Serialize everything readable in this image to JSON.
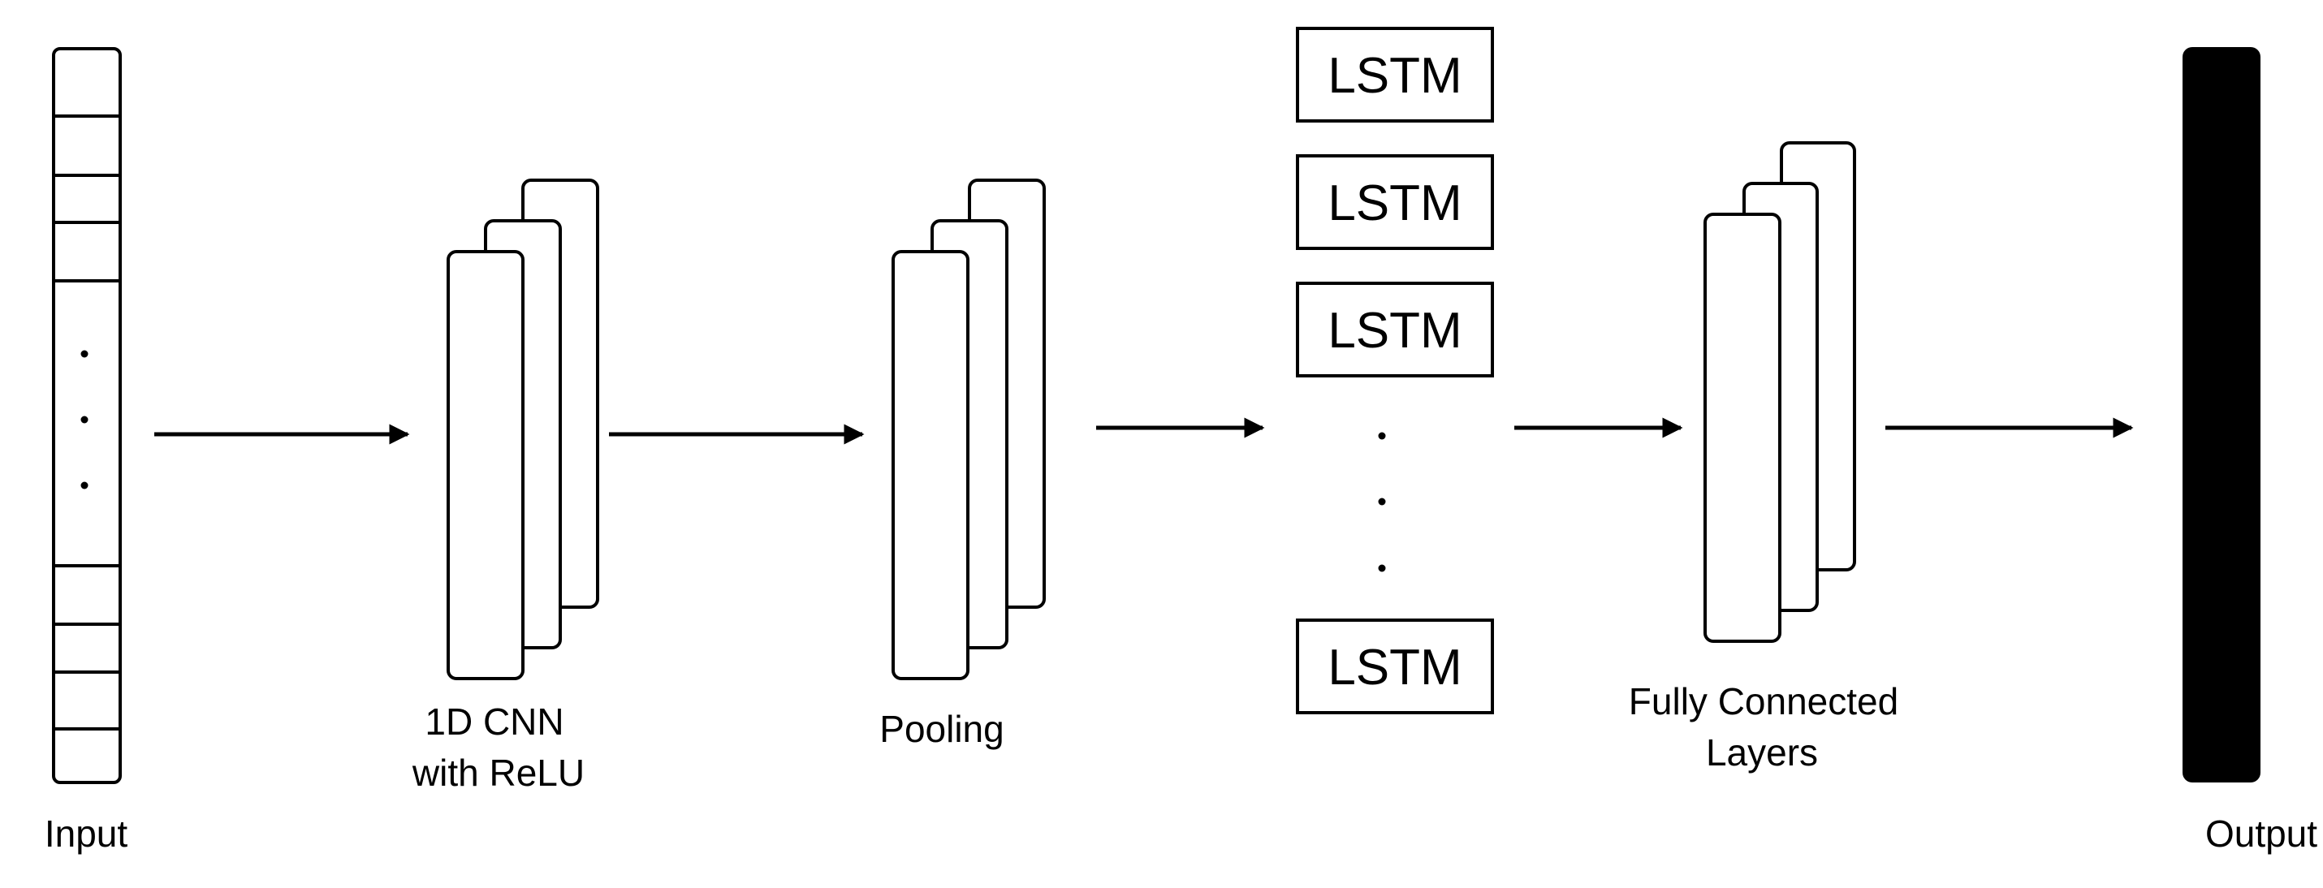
{
  "input": {
    "label": "Input"
  },
  "cnn": {
    "label_line1": "1D CNN",
    "label_line2": "with ReLU"
  },
  "pooling": {
    "label": "Pooling"
  },
  "lstm": {
    "block_label": "LSTM"
  },
  "fc": {
    "label_line1": "Fully Connected",
    "label_line2": "Layers"
  },
  "output": {
    "label": "Output"
  },
  "colors": {
    "stroke": "#000000",
    "background": "#ffffff",
    "output_fill": "#000000"
  }
}
